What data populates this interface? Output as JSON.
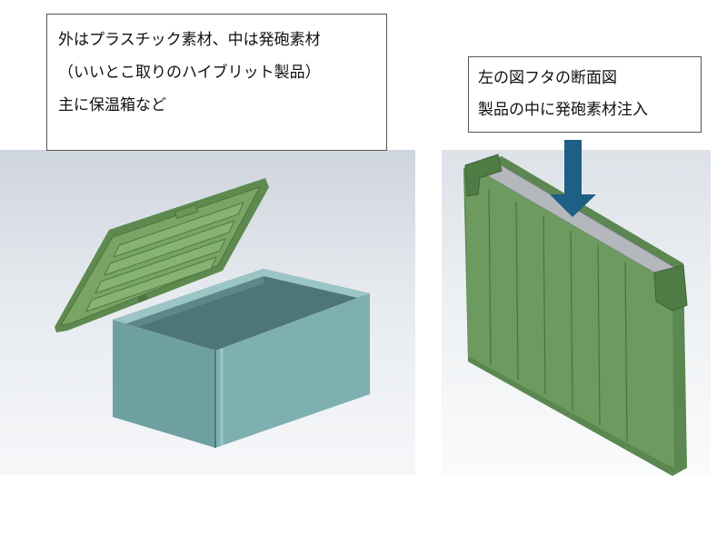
{
  "notes": {
    "left": {
      "lines": [
        "外はプラスチック素材、中は発砲素材",
        "（いいとこ取りのハイブリット製品）",
        "主に保温箱など"
      ]
    },
    "right": {
      "lines": [
        "左の図フタの断面図",
        "製品の中に発砲素材注入"
      ]
    }
  },
  "colors": {
    "lid_green": "#6f9a5c",
    "box_teal": "#79a7a8",
    "arrow_blue": "#1f5f86",
    "panel_green": "#5f8b52",
    "foam_gray": "#a9adb3"
  },
  "icons": {
    "down_arrow": "down-arrow-icon"
  }
}
